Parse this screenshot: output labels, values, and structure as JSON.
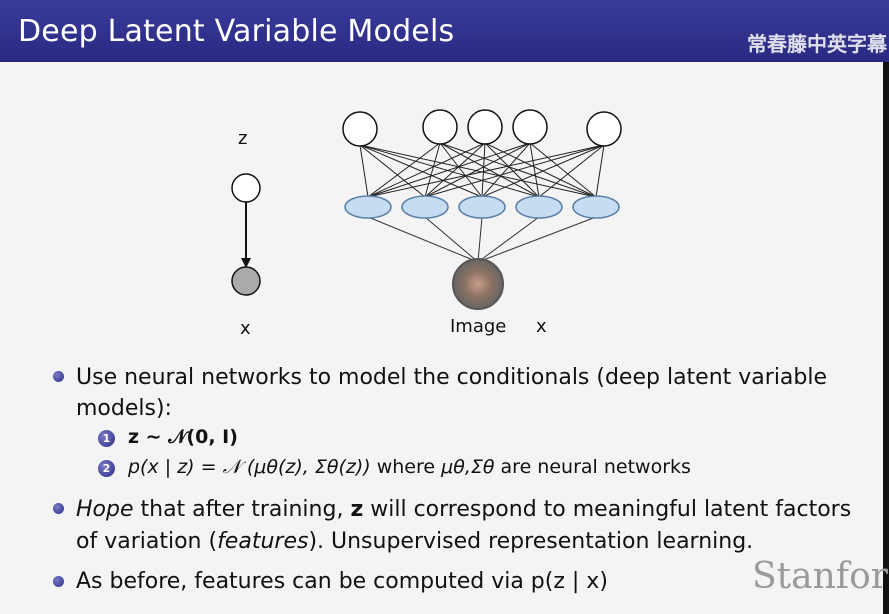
{
  "slide": {
    "title": "Deep Latent Variable Models",
    "watermark_cn": "常春藤中英字幕",
    "watermark_logo": "Stanfor"
  },
  "diagram": {
    "z_label": "z",
    "x_label": "x",
    "image_label": "Image",
    "image_x_label": "x"
  },
  "bullets": {
    "b1_text": "Use neural networks to model the conditionals (deep latent variable models):",
    "sub1": "z ∼ 𝒩(0, I)",
    "sub2_formula": "p(x | z) = 𝒩 (μθ(z), Σθ(z))",
    "sub2_where": " where ",
    "sub2_params": "μθ,Σθ",
    "sub2_tail": " are neural networks",
    "b2_hope": "Hope",
    "b2_a": " that after training, ",
    "b2_z": "z",
    "b2_b": " will correspond to meaningful latent factors of variation (",
    "b2_features": "features",
    "b2_c": "). Unsupervised representation learning.",
    "b3_text": "As before, features can be computed via p(z | x)"
  }
}
